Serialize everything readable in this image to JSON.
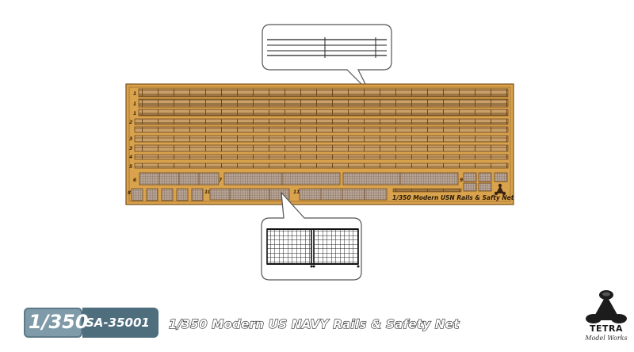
{
  "sheet": {
    "fret_label": "1/350 Modern USN Rails & Safty Net",
    "part_numbers": [
      "1",
      "1",
      "1",
      "2",
      "3",
      "3",
      "4",
      "5",
      "6",
      "7",
      "8",
      "9",
      "10",
      "11"
    ]
  },
  "footer": {
    "scale": "1/350",
    "product_code": "SA-35001",
    "product_title": "1/350 Modern US NAVY Rails & Safety Net"
  },
  "brand": {
    "name": "TETRA",
    "subtitle": "Model Works",
    "icon": "tetra-logo-icon"
  },
  "colors": {
    "brass": "#d9a24c",
    "brass_dark": "#7a4f1b",
    "badge": "#7f9aa8",
    "badge_dark": "#4e6d7d"
  }
}
